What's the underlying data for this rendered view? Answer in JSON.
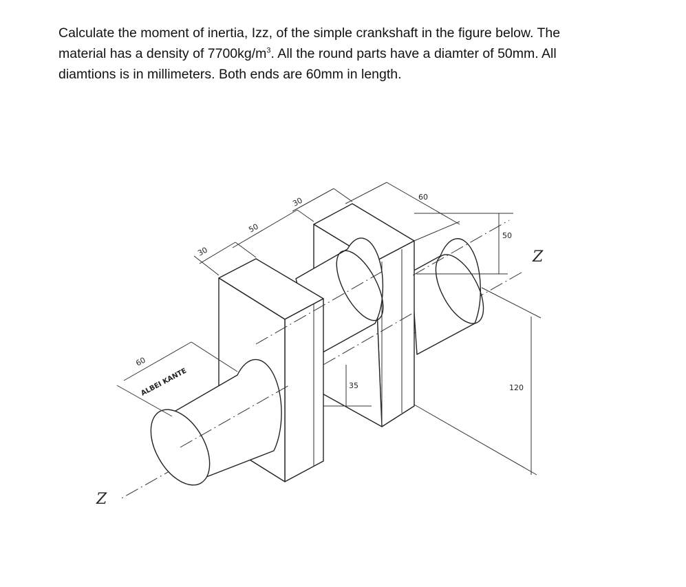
{
  "problem": {
    "line1": "Calculate the moment of inertia, Izz, of the simple crankshaft in the figure below. The",
    "line2_a": "material has a density of 7700kg/m",
    "line2_sup": "3",
    "line2_b": ". All the round parts have a diamter of 50mm. All",
    "line3": "diamtions is in millimeters. Both ends are 60mm in length."
  },
  "figure": {
    "dims": {
      "left_end": "60",
      "block_thickness_left": "30",
      "crankpin": "50",
      "block_thickness_right": "30",
      "block_width": "60",
      "offset_top": "50",
      "offset_low": "35",
      "block_height": "120"
    },
    "note": "ALBEI KANTE",
    "axis_label": "Z"
  }
}
